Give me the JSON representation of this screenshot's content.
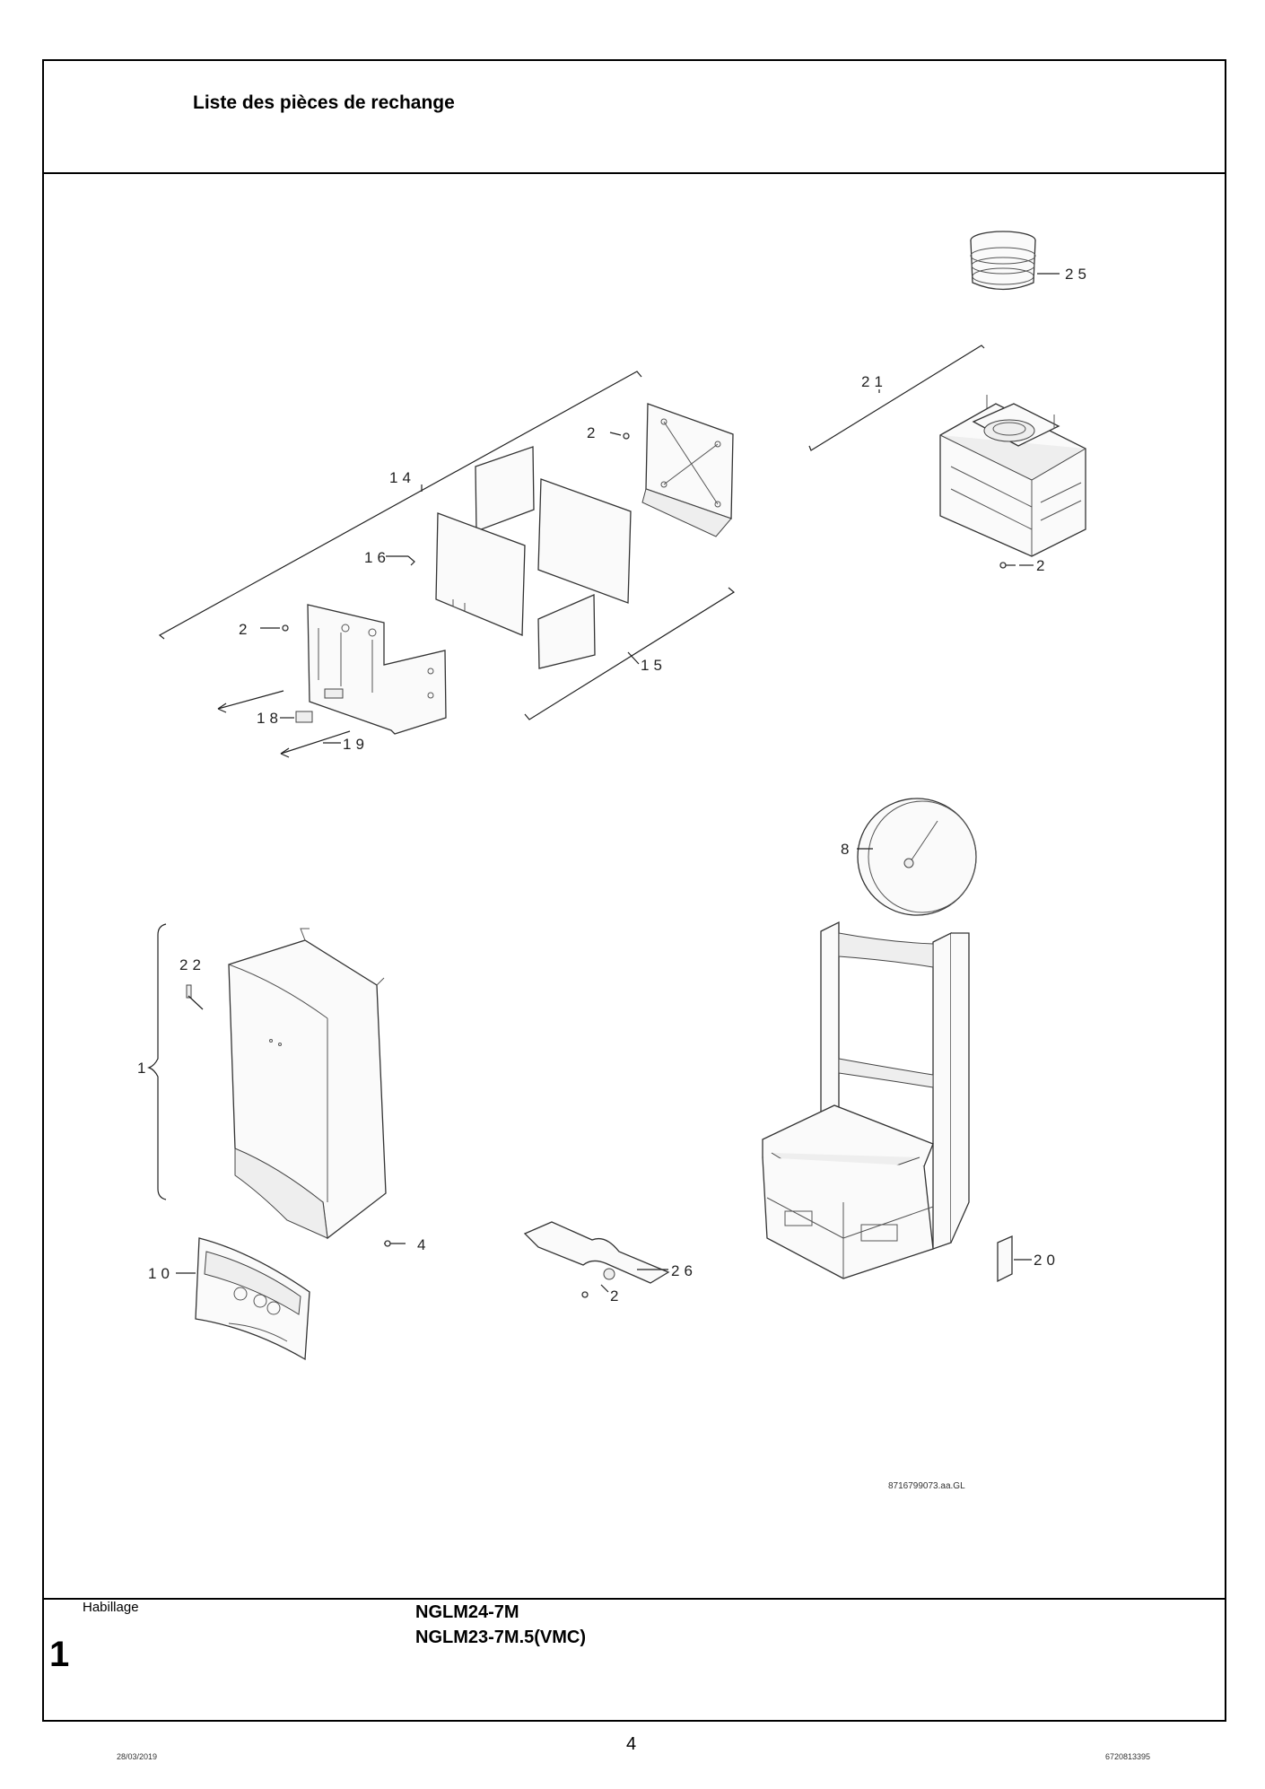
{
  "header": {
    "title": "Liste des pièces de rechange"
  },
  "diagram": {
    "callouts": {
      "c25": "25",
      "c21": "21",
      "c14": "14",
      "c2a": "2",
      "c16": "16",
      "c2b": "2",
      "c2c": "2",
      "c15": "15",
      "c18": "18",
      "c19": "19",
      "c8": "8",
      "c22": "22",
      "c1": "1",
      "c4": "4",
      "c10": "10",
      "c26": "26",
      "c2d": "2",
      "c20": "20"
    },
    "reference": "8716799073.aa.GL"
  },
  "footer": {
    "section_name": "Habillage",
    "section_number": "1",
    "model_1": "NGLM24-7M",
    "model_2": "NGLM23-7M.5(VMC)",
    "date": "28/03/2019",
    "page": "4",
    "doc_number": "6720813395"
  }
}
